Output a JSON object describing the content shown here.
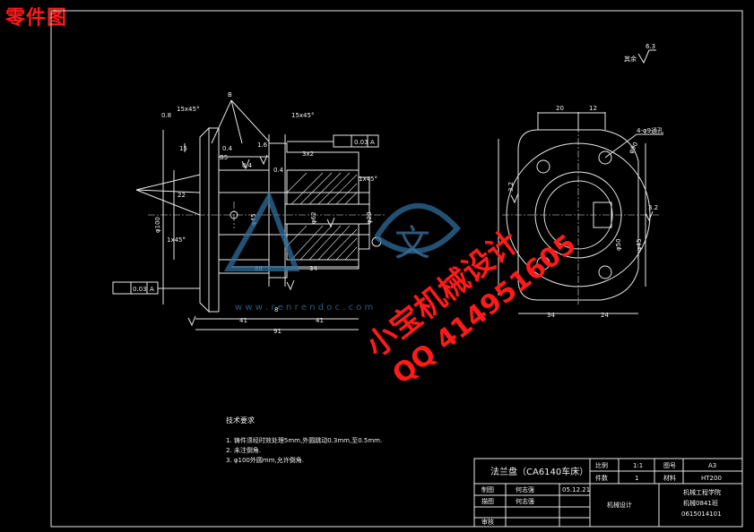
{
  "page_title": "零件图",
  "roughness_note": {
    "label": "其余",
    "value": "6.3"
  },
  "dims": {
    "d_15x45_left": "15x45°",
    "d_15x45_right": "15x45°",
    "d_08": "0.8",
    "d_B": "B",
    "d_15": "15",
    "d_16": "1.6",
    "d_04a": "0.4",
    "d_04b": "0.4",
    "d_04c": "0.4",
    "d_B5": "B5",
    "d_3x2": "3x2",
    "d_22": "22",
    "d_1x45_left": "1x45°",
    "d_1x45_right": "1x45°",
    "d_phi100": "φ100",
    "d_phi45": "φ45",
    "d_phi62": "φ62",
    "d_phi20": "φ20",
    "d_88": "88",
    "d_34": "34",
    "d_8": "8",
    "d_41a": "41",
    "d_41b": "41",
    "d_91": "91",
    "d_20": "20",
    "d_12": "12",
    "d_holes": "4-φ9通孔",
    "d_34r": "34",
    "d_24r": "24",
    "d_32a": "3.2",
    "d_32b": "3.2",
    "d_phi90": "φ90",
    "d_phi50": "φ50",
    "d_phi45r": "φ45",
    "datum_A": "A",
    "tol_top": "0.03",
    "tol_bottom": "0.03"
  },
  "tech_req": {
    "title": "技术要求",
    "items": [
      "1. 铸件须经时效处理5mm,外圆跳动0.3mm,至0.5mm.",
      "2. 未注倒角.",
      "3. φ100外圆mm,允许倒角."
    ]
  },
  "title_block": {
    "part_name": "法兰盘（CA6140车床）",
    "scale_label": "比例",
    "scale_value": "1:1",
    "drawing_no_label": "图号",
    "drawing_no_value": "A3",
    "qty_label": "件数",
    "qty_value": "1",
    "material_label": "材料",
    "material_value": "HT200",
    "date_value": "05.12.21",
    "cell_design": "制图",
    "cell_check": "描图",
    "cell_audit": "审核",
    "cell_designer": "何志强",
    "cell_checker": "何志强",
    "center_text": "机械设计",
    "school_line1": "机械工程学院",
    "school_line2": "机械0841班",
    "student_no": "0615014101"
  },
  "watermark": {
    "line1": "小宝机械设计",
    "line2": "QQ 414951605",
    "url": "w w w . r e n r e n d o c . c o m",
    "brand": "文"
  }
}
